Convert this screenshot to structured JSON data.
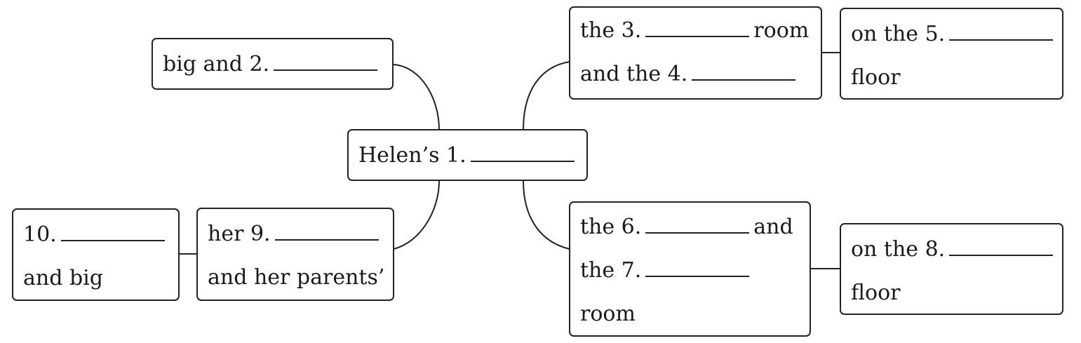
{
  "center": {
    "text": "Helen’s 1."
  },
  "left_top": {
    "text": "big and 2."
  },
  "right_top": {
    "line1_pre": "the 3.",
    "line1_post": "room",
    "line2_pre": "and the 4."
  },
  "right_top_far": {
    "line1": "on the 5.",
    "line2": "floor"
  },
  "right_bottom": {
    "line1_pre": "the 6.",
    "line1_post": "and",
    "line2_pre": "the 7.",
    "line3": "room"
  },
  "right_bottom_far": {
    "line1": "on the 8.",
    "line2": "floor"
  },
  "left_bottom": {
    "line1": "her 9.",
    "line2": "and her parents’"
  },
  "left_bottom_far": {
    "line1": "10.",
    "line2": "and big"
  }
}
